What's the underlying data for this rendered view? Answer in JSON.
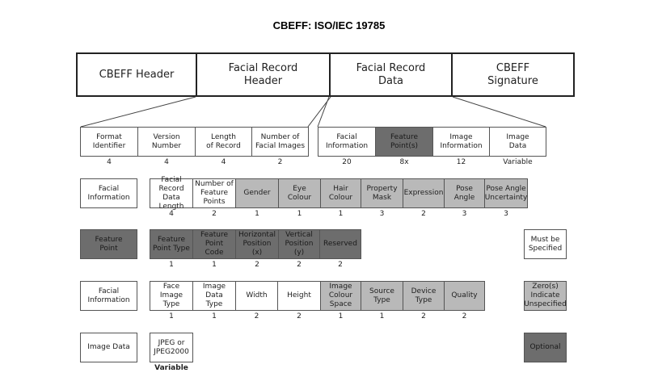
{
  "title": "CBEFF: ISO/IEC 19785",
  "top_row": [
    "CBEFF Header",
    "Facial Record\nHeader",
    "Facial Record\nData",
    "CBEFF\nSignature"
  ],
  "header_row": {
    "cells": [
      "Format\nIdentifier",
      "Version\nNumber",
      "Length\nof Record",
      "Number of\nFacial Images"
    ],
    "values": [
      "4",
      "4",
      "4",
      "2"
    ]
  },
  "data_row": {
    "cells": [
      "Facial\nInformation",
      "Feature\nPoint(s)",
      "Image\nInformation",
      "Image\nData"
    ],
    "values": [
      "20",
      "8x",
      "12",
      "Variable"
    ]
  },
  "facial_info_row": {
    "label": "Facial\nInformation",
    "cells": [
      "Facial\nRecord Data\nLength",
      "Number of\nFeature\nPoints",
      "Gender",
      "Eye Colour",
      "Hair Colour",
      "Property\nMask",
      "Expression",
      "Pose Angle",
      "Pose Angle\nUncertainty"
    ],
    "values": [
      "4",
      "2",
      "1",
      "1",
      "1",
      "3",
      "2",
      "3",
      "3"
    ]
  },
  "feature_point_row": {
    "label": "Feature\nPoint",
    "cells": [
      "Feature\nPoint Type",
      "Feature\nPoint Code",
      "Horizontal\nPosition\n(x)",
      "Vertical\nPosition\n(y)",
      "Reserved"
    ],
    "values": [
      "1",
      "1",
      "2",
      "2",
      "2"
    ]
  },
  "image_info_row": {
    "label": "Facial\nInformation",
    "cells": [
      "Face Image\nType",
      "Image Data\nType",
      "Width",
      "Height",
      "Image\nColour\nSpace",
      "Source\nType",
      "Device\nType",
      "Quality"
    ],
    "values": [
      "1",
      "1",
      "2",
      "2",
      "1",
      "1",
      "2",
      "2"
    ]
  },
  "image_data_row": {
    "label": "Image Data",
    "cells": [
      "JPEG or\nJPEG2000"
    ],
    "values": [
      "Variable"
    ]
  },
  "legend": [
    "Must be\nSpecified",
    "Zero(s)\nIndicate\nUnspecified",
    "Optional"
  ]
}
